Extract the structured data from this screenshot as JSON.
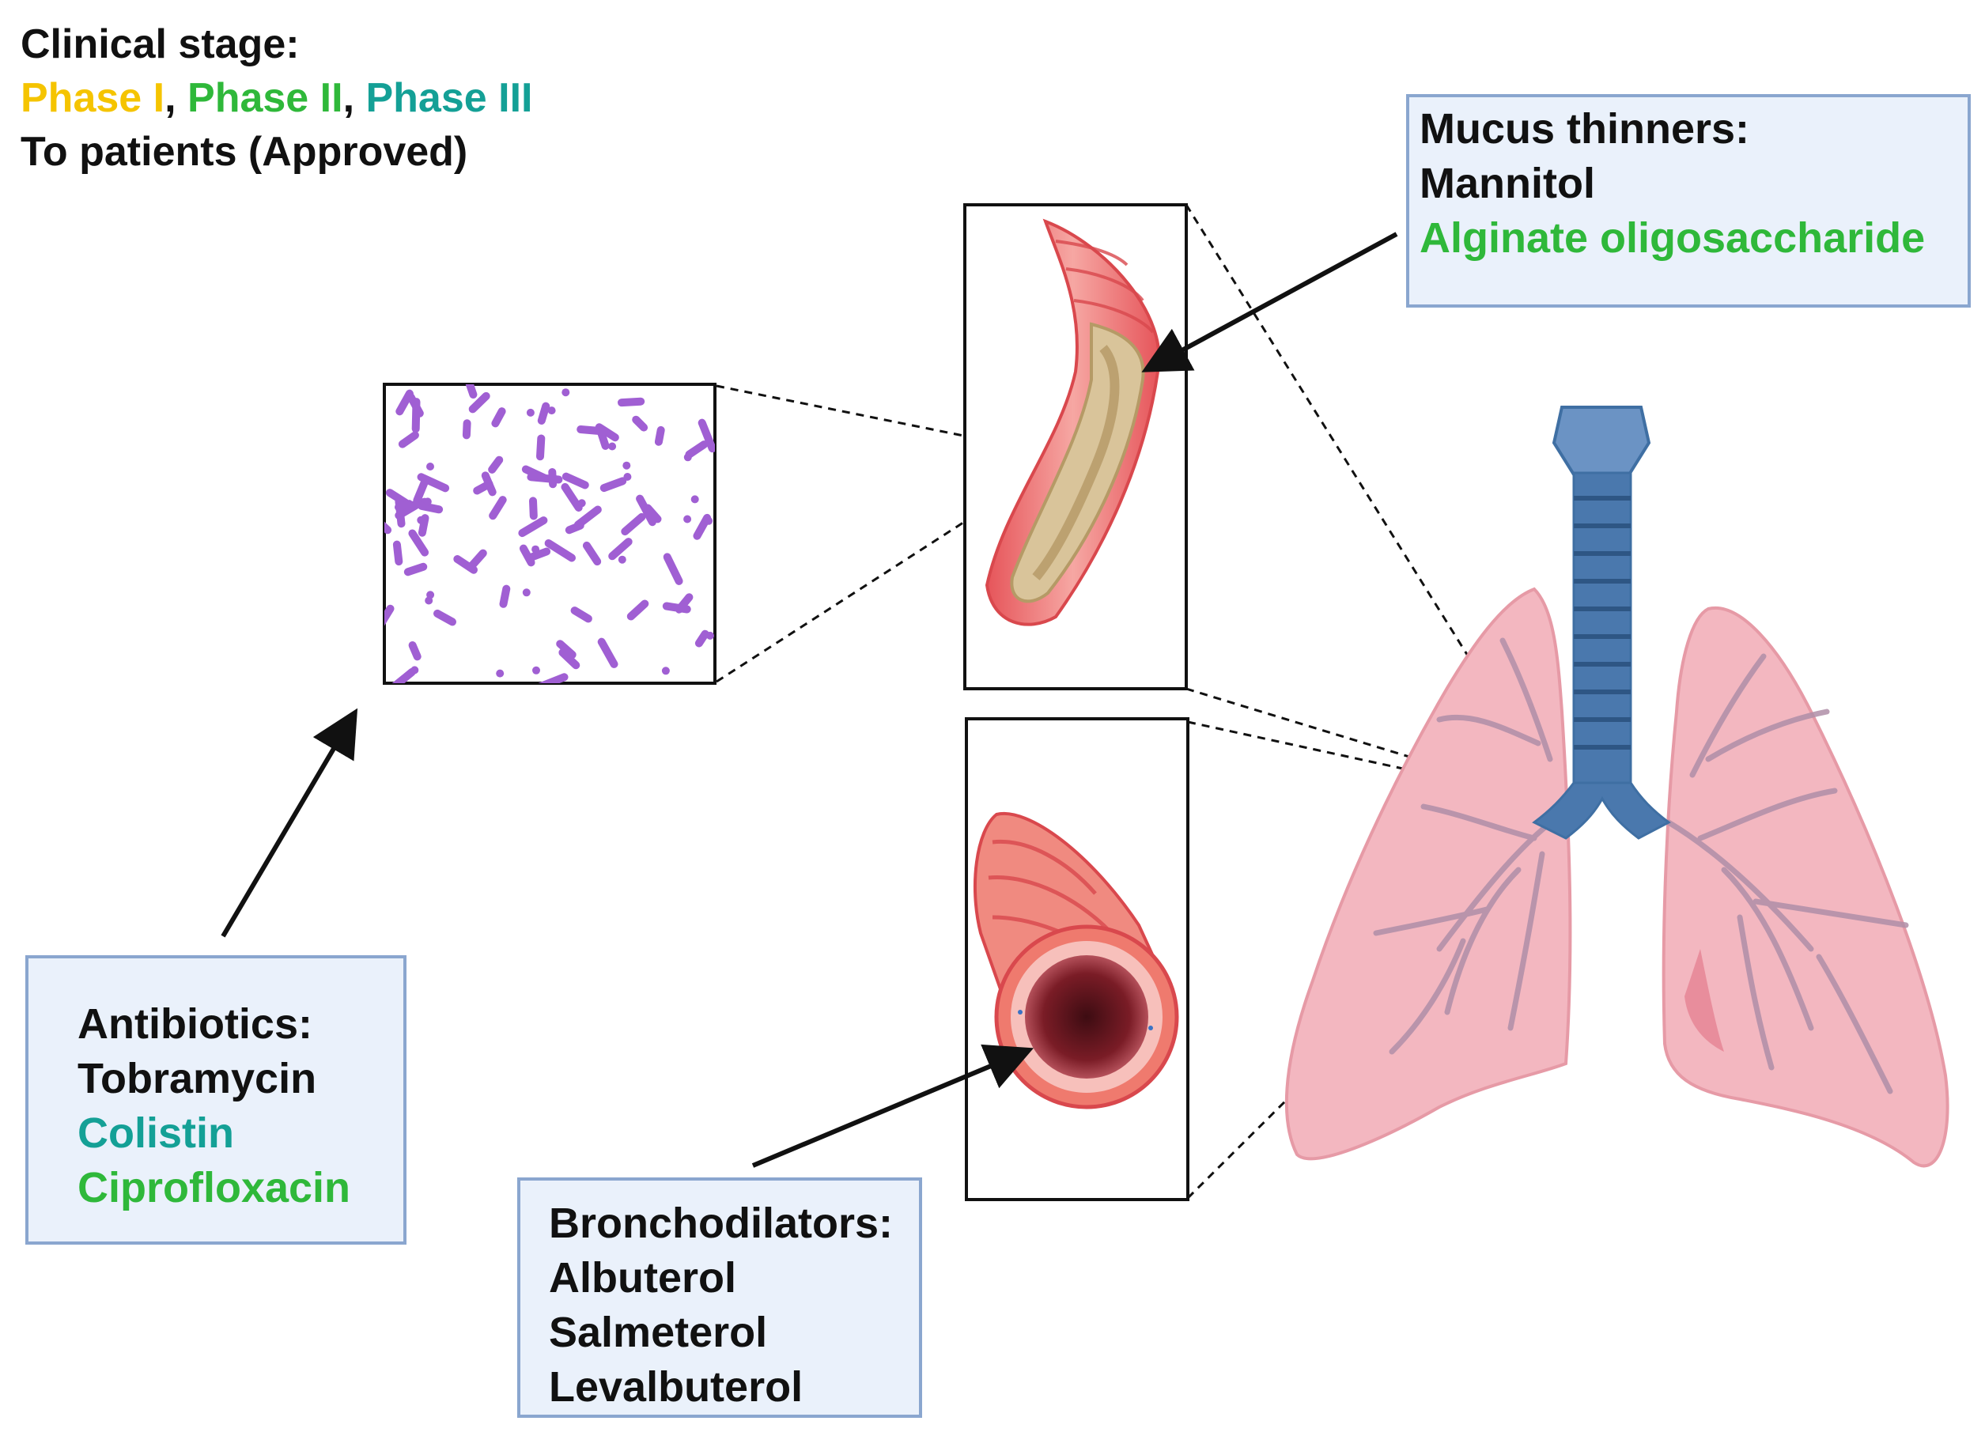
{
  "legend": {
    "title": "Clinical stage:",
    "phases": [
      {
        "label": "Phase I",
        "color": "#f5c400"
      },
      {
        "label": "Phase II",
        "color": "#2fb83a"
      },
      {
        "label": "Phase III",
        "color": "#14a096"
      }
    ],
    "separator": ", ",
    "approved": {
      "label": "To patients (Approved)",
      "color": "#111111"
    }
  },
  "boxes": {
    "mucus_thinners": {
      "title": "Mucus thinners:",
      "drugs": [
        {
          "name": "Mannitol",
          "stage": "approved",
          "color": "#111111"
        },
        {
          "name": "Alginate oligosaccharide",
          "stage": "Phase II",
          "color": "#2fb83a"
        }
      ]
    },
    "antibiotics": {
      "title": "Antibiotics:",
      "drugs": [
        {
          "name": "Tobramycin",
          "stage": "approved",
          "color": "#111111"
        },
        {
          "name": "Colistin",
          "stage": "Phase III",
          "color": "#14a096"
        },
        {
          "name": "Ciprofloxacin",
          "stage": "Phase II",
          "color": "#2fb83a"
        }
      ]
    },
    "bronchodilators": {
      "title": "Bronchodilators:",
      "drugs": [
        {
          "name": "Albuterol",
          "stage": "approved",
          "color": "#111111"
        },
        {
          "name": "Salmeterol",
          "stage": "approved",
          "color": "#111111"
        },
        {
          "name": "Levalbuterol",
          "stage": "approved",
          "color": "#111111"
        }
      ]
    }
  },
  "colors": {
    "box_fill": "#eaf1fb",
    "box_border": "#8aa6cf",
    "bacteria": "#a05fd3",
    "airway_wall": "#f2a8a8",
    "mucus": "#d9c49a",
    "lung": "#f3b7c0",
    "trachea": "#3f6fa3"
  },
  "icons": [
    "bacteria-panel",
    "mucus-airway-icon",
    "open-airway-icon",
    "lungs-icon",
    "trachea-icon"
  ]
}
